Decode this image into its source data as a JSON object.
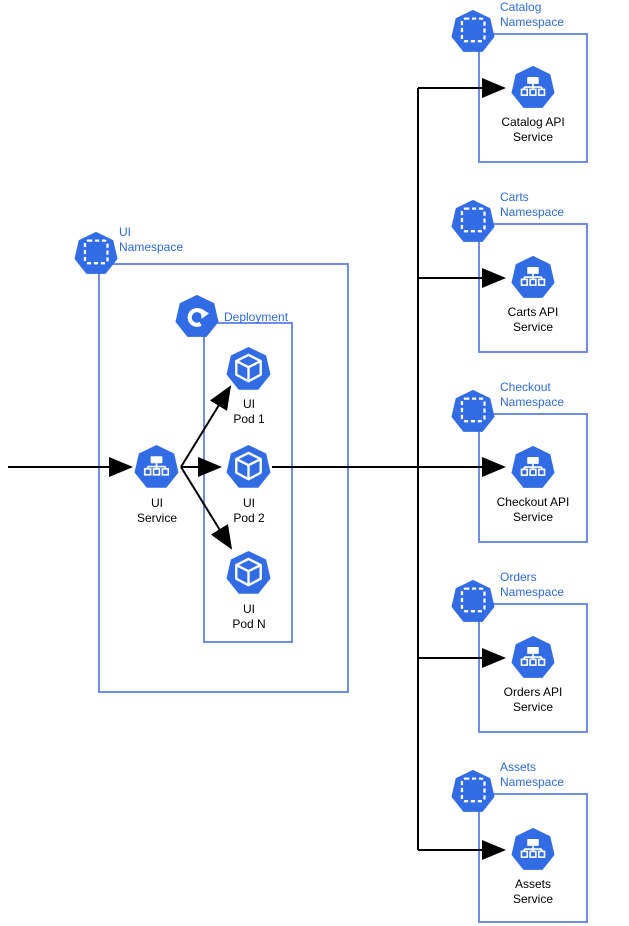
{
  "colors": {
    "icon": "#326CE5",
    "box_border": "#6E8CEB",
    "label": "#2E6BE0",
    "arrow": "#000000"
  },
  "icons": {
    "namespace": "kubernetes-namespace-icon",
    "deployment": "kubernetes-deployment-icon",
    "service": "kubernetes-service-icon",
    "pod": "kubernetes-pod-icon"
  },
  "ui_group": {
    "namespace_label": [
      "UI",
      "Namespace"
    ],
    "deployment_label": "Deployment",
    "service_label": [
      "UI",
      "Service"
    ],
    "pods": [
      [
        "UI",
        "Pod 1"
      ],
      [
        "UI",
        "Pod 2"
      ],
      [
        "UI",
        "Pod N"
      ]
    ]
  },
  "right_namespaces": [
    {
      "namespace_label": [
        "Catalog",
        "Namespace"
      ],
      "service_label": [
        "Catalog API",
        "Service"
      ]
    },
    {
      "namespace_label": [
        "Carts",
        "Namespace"
      ],
      "service_label": [
        "Carts API",
        "Service"
      ]
    },
    {
      "namespace_label": [
        "Checkout",
        "Namespace"
      ],
      "service_label": [
        "Checkout API",
        "Service"
      ]
    },
    {
      "namespace_label": [
        "Orders",
        "Namespace"
      ],
      "service_label": [
        "Orders API",
        "Service"
      ]
    },
    {
      "namespace_label": [
        "Assets",
        "Namespace"
      ],
      "service_label": [
        "Assets",
        "Service"
      ]
    }
  ]
}
